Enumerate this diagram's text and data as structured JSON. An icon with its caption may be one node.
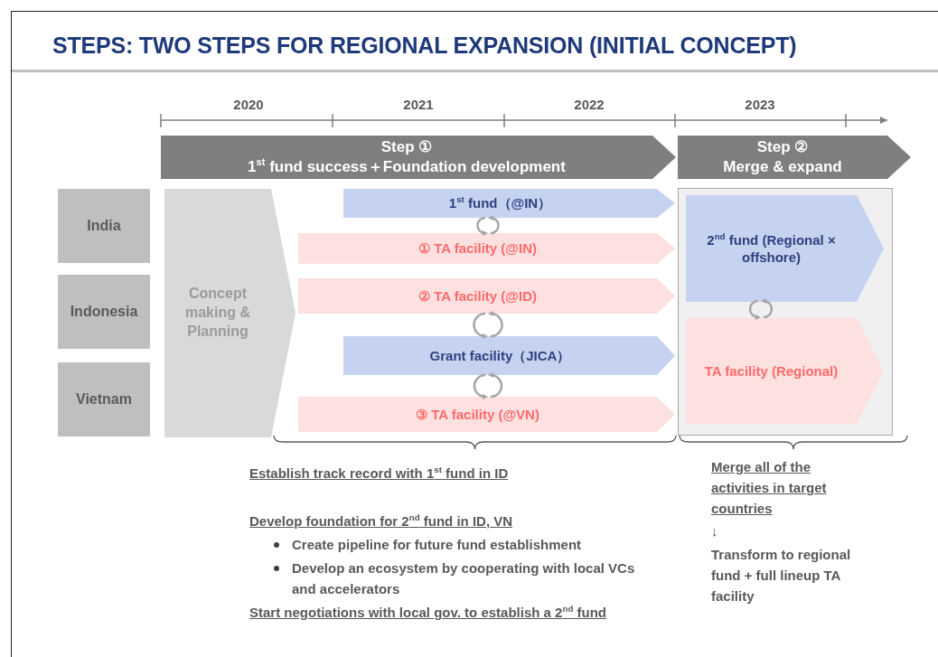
{
  "diagram": {
    "title": "STEPS: TWO STEPS FOR REGIONAL EXPANSION (INITIAL CONCEPT)",
    "nodes": [
      {
        "text": [
          "Step ①",
          "1$^{st}$ fund success＋Foundation development"
        ]
      },
      {
        "text": [
          "Step ②",
          "Merge & expand"
        ]
      },
      {
        "text": [
          "India"
        ]
      },
      {
        "text": [
          "Indonesia"
        ]
      },
      {
        "text": [
          "Vietnam"
        ]
      },
      {
        "text": [
          "Concept making & Planning"
        ]
      },
      {
        "text": [
          "1$^{st}$ fund（@IN）"
        ]
      },
      {
        "text": [
          "① TA facility (@IN)"
        ]
      },
      {
        "text": [
          "② TA facility (@ID)"
        ]
      },
      {
        "text": [
          "Grant facility（JICA）"
        ]
      },
      {
        "text": [
          "③ TA facility (@VN)"
        ]
      },
      {
        "text": [],
        "shape": "box"
      },
      {
        "text": [
          "2$^{nd}$ fund (Regional × offshore)"
        ],
        "in": 11
      },
      {
        "text": [
          "TA facility (Regional)"
        ],
        "in": 11
      }
    ],
    "edges": [
      {
        "from": 6,
        "to": 7,
        "arrow": "both"
      },
      {
        "from": 8,
        "to": 9,
        "arrow": "both"
      },
      {
        "from": 9,
        "to": 10,
        "arrow": "both"
      },
      {
        "from": 12,
        "to": 13,
        "arrow": "both"
      }
    ],
    "labels": [
      "2020",
      "2021",
      "2022",
      "2023",
      "Establish track record with 1$^{st}$ fund in ID",
      "Develop foundation for 2$^{nd}$ fund in ID, VN",
      "Create pipeline for future fund establishment",
      "Develop an ecosystem by cooperating with local VCs and accelerators",
      "Start negotiations with local gov. to establish a 2$^{nd}$ fund",
      "Merge all of the activities in target countries",
      "↓",
      "Transform to regional fund + full lineup TA facility"
    ]
  }
}
